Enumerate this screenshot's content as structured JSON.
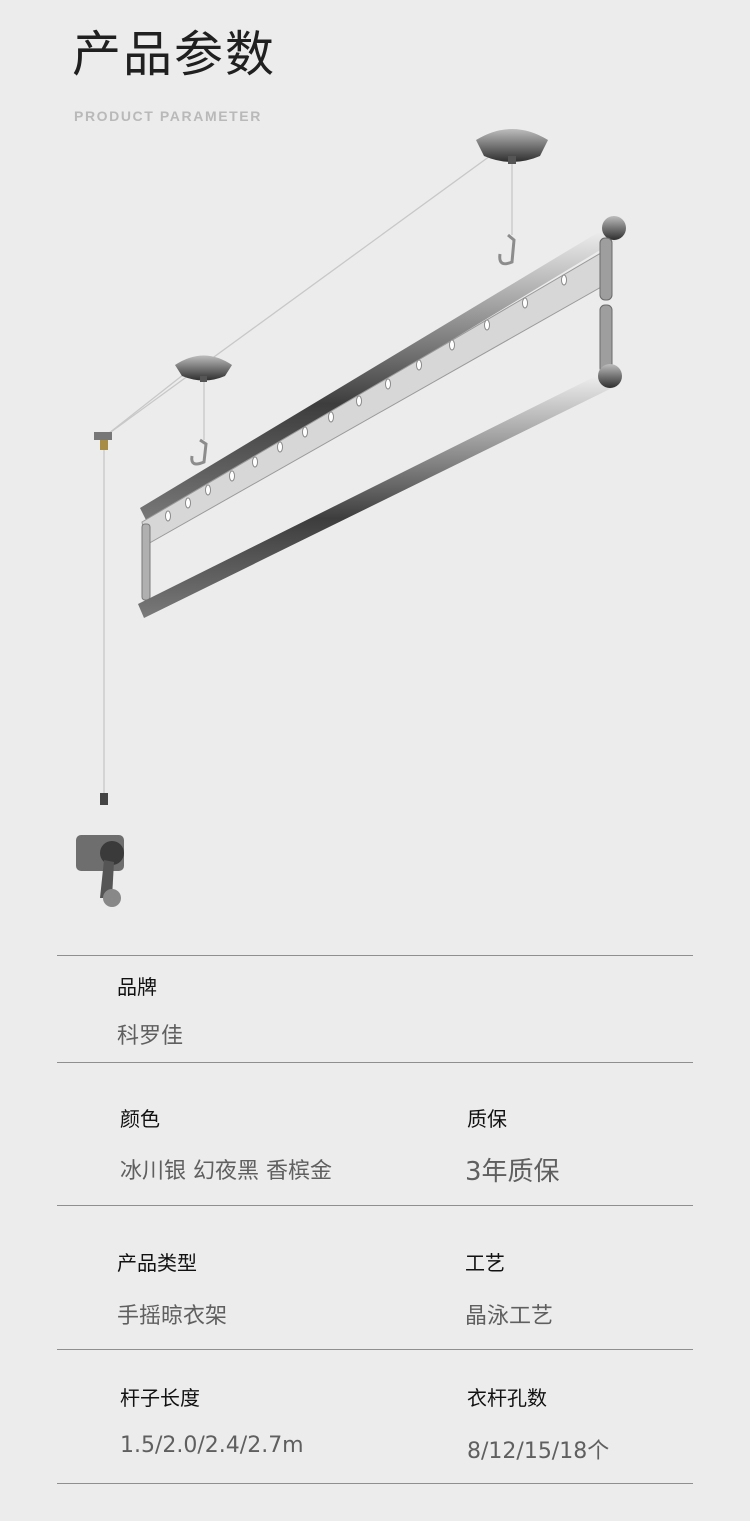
{
  "header": {
    "title": "产品参数",
    "subtitle": "PRODUCT PARAMETER"
  },
  "illustration": {
    "icon": "clothes-drying-rack-illustration"
  },
  "params": {
    "brand": {
      "label": "品牌",
      "value": "科罗佳"
    },
    "color": {
      "label": "颜色",
      "value": "冰川银 幻夜黑 香槟金"
    },
    "warranty": {
      "label": "质保",
      "value": "3年质保"
    },
    "product_type": {
      "label": "产品类型",
      "value": "手摇晾衣架"
    },
    "craft": {
      "label": "工艺",
      "value": "晶泳工艺"
    },
    "rod_length": {
      "label": "杆子长度",
      "value": "1.5/2.0/2.4/2.7m"
    },
    "rod_holes": {
      "label": "衣杆孔数",
      "value": "8/12/15/18个"
    }
  }
}
